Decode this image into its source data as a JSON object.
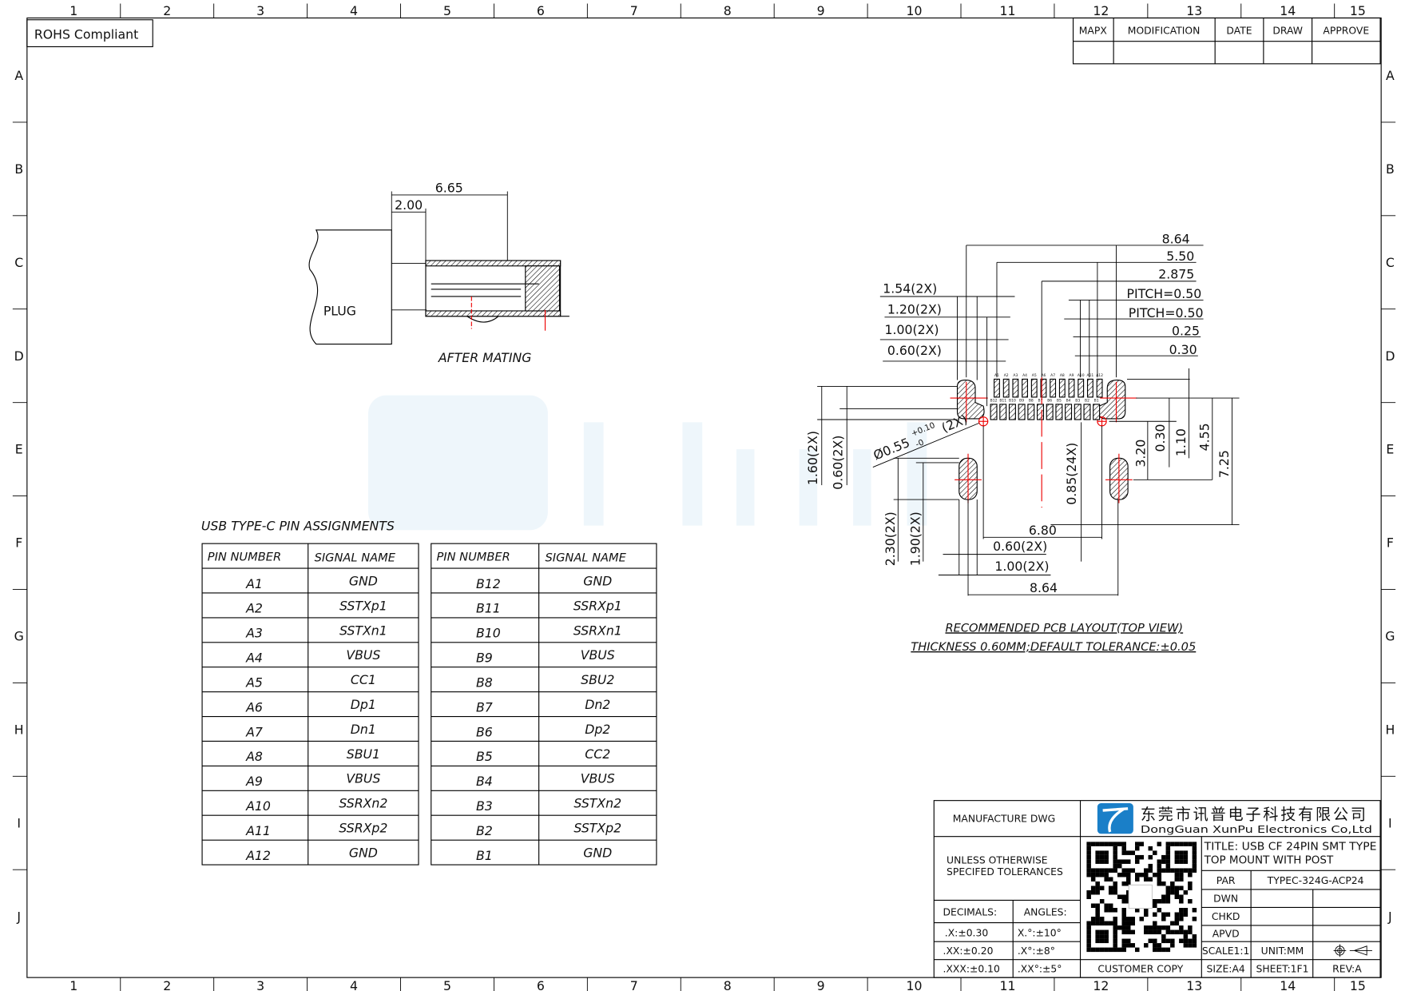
{
  "frame": {
    "columns": [
      "1",
      "2",
      "3",
      "4",
      "5",
      "6",
      "7",
      "8",
      "9",
      "10",
      "11",
      "12",
      "13",
      "14",
      "15"
    ],
    "rows": [
      "A",
      "B",
      "C",
      "D",
      "E",
      "F",
      "G",
      "H",
      "I",
      "J"
    ]
  },
  "rohs": "ROHS Compliant",
  "revision_block": {
    "headers": [
      "MAPX",
      "MODIFICATION",
      "DATE",
      "DRAW",
      "APPROVE"
    ]
  },
  "mating_view": {
    "plug_label": "PLUG",
    "caption": "AFTER  MATING",
    "dims": {
      "overall": "6.65",
      "insert": "2.00"
    }
  },
  "pin_assignments": {
    "title": "USB  TYPE-C  PIN  ASSIGNMENTS",
    "headers": [
      "PIN  NUMBER",
      "SIGNAL  NAME"
    ],
    "table_a": [
      [
        "A1",
        "GND"
      ],
      [
        "A2",
        "SSTXp1"
      ],
      [
        "A3",
        "SSTXn1"
      ],
      [
        "A4",
        "VBUS"
      ],
      [
        "A5",
        "CC1"
      ],
      [
        "A6",
        "Dp1"
      ],
      [
        "A7",
        "Dn1"
      ],
      [
        "A8",
        "SBU1"
      ],
      [
        "A9",
        "VBUS"
      ],
      [
        "A10",
        "SSRXn2"
      ],
      [
        "A11",
        "SSRXp2"
      ],
      [
        "A12",
        "GND"
      ]
    ],
    "table_b": [
      [
        "B12",
        "GND"
      ],
      [
        "B11",
        "SSRXp1"
      ],
      [
        "B10",
        "SSRXn1"
      ],
      [
        "B9",
        "VBUS"
      ],
      [
        "B8",
        "SBU2"
      ],
      [
        "B7",
        "Dn2"
      ],
      [
        "B6",
        "Dp2"
      ],
      [
        "B5",
        "CC2"
      ],
      [
        "B4",
        "VBUS"
      ],
      [
        "B3",
        "SSTXn2"
      ],
      [
        "B2",
        "SSTXp2"
      ],
      [
        "B1",
        "GND"
      ]
    ]
  },
  "pcb_layout": {
    "top_dims": [
      "8.64",
      "5.50",
      "2.875",
      "PITCH=0.50",
      "PITCH=0.50",
      "0.25",
      "0.30"
    ],
    "left_dims": [
      "1.54(2X)",
      "1.20(2X)",
      "1.00(2X)",
      "0.60(2X)"
    ],
    "hole": "Ø0.55",
    "hole_tol_plus": "+0.10",
    "hole_tol_minus": "-0",
    "hole_count": "(2X)",
    "vertical_dims": {
      "left": [
        "1.60(2X)",
        "0.60(2X)",
        "2.30(2X)",
        "1.90(2X)"
      ],
      "center": "0.85(24X)",
      "right": [
        "3.20",
        "0.30",
        "1.10",
        "4.55",
        "7.25"
      ]
    },
    "bottom_dims": [
      "6.80",
      "0.60(2X)",
      "1.00(2X)",
      "8.64"
    ],
    "pad_labels_a": [
      "A1",
      "A2",
      "A3",
      "A4",
      "A5",
      "A6",
      "A7",
      "A8",
      "A9",
      "A10",
      "A11",
      "A12"
    ],
    "pad_labels_b": [
      "B12",
      "B11",
      "B10",
      "B9",
      "B8",
      "B7",
      "B6",
      "B5",
      "B4",
      "B3",
      "B2",
      "B1"
    ],
    "caption1": "RECOMMENDED  PCB  LAYOUT(TOP  VIEW)",
    "caption2": "THICKNESS  0.60MM;DEFAULT  TOLERANCE:±0.05"
  },
  "watermark": "XunPu",
  "title_block": {
    "manufacture": "MANUFACTURE DWG",
    "company_cn": "东莞市讯普电子科技有限公司",
    "company_en": "DongGuan XunPu Electronics Co,Ltd",
    "tolerances_1": "UNLESS OTHERWISE",
    "tolerances_2": "SPECIFED TOLERANCES",
    "decimals": "DECIMALS:",
    "angles": "ANGLES:",
    "dec_rows": [
      ".X:±0.30",
      ".XX:±0.20",
      ".XXX:±0.10"
    ],
    "ang_rows": [
      "X.°:±10°",
      ".X°:±8°",
      ".XX°:±5°"
    ],
    "customer_copy": "CUSTOMER COPY",
    "title_1": "TITLE: USB CF 24PIN SMT TYPE",
    "title_2": "TOP MOUNT WITH POST",
    "par_label": "PAR",
    "par_value": "TYPEC-324G-ACP24",
    "dwn": "DWN",
    "chkd": "CHKD",
    "apvd": "APVD",
    "scale": "SCALE1:1",
    "unit": "UNIT:MM",
    "size": "SIZE:A4",
    "sheet": "SHEET:1F1",
    "rev": "REV:A",
    "logo_color": "#1a7fc8"
  }
}
